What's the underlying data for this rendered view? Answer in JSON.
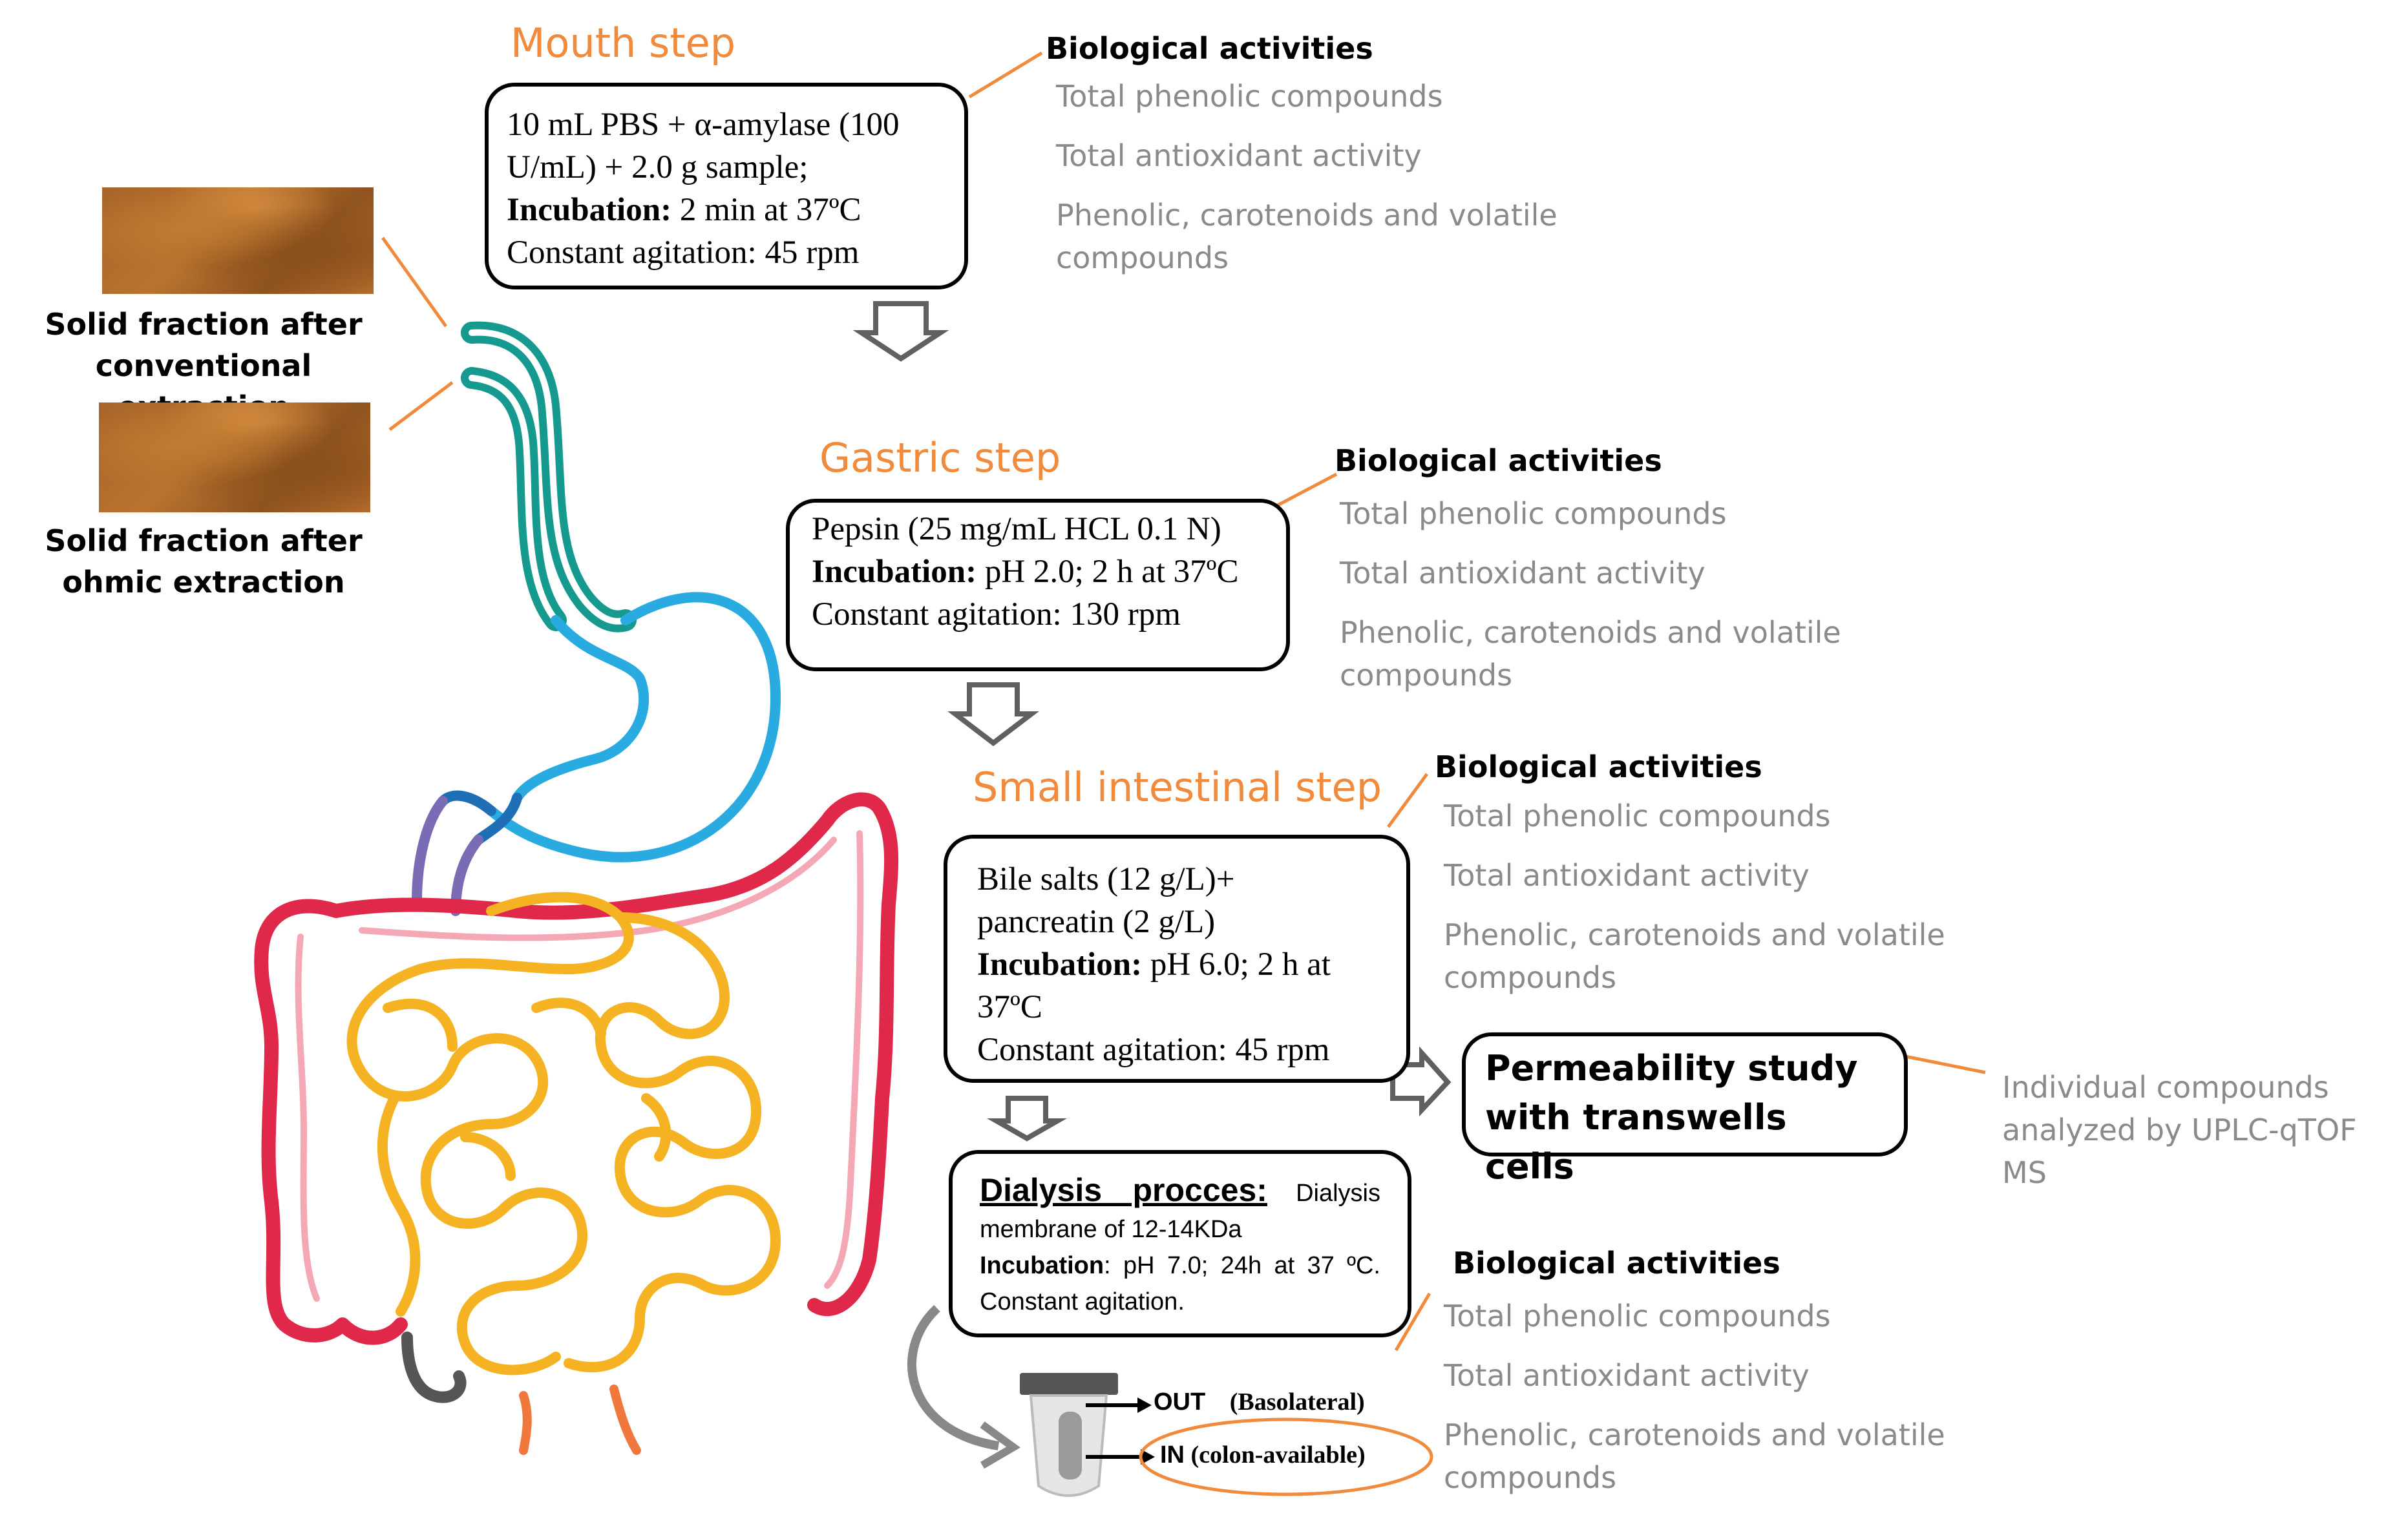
{
  "mouth": {
    "title": "Mouth step",
    "box_line1": "10 mL PBS + α-amylase (100 U/mL) + 2.0 g sample;",
    "incubation_label": "Incubation:",
    "incubation_value": " 2 min at 37ºC",
    "agitation": "Constant agitation: 45 rpm",
    "bio": {
      "heading": "Biological activities",
      "items": [
        "Total phenolic compounds",
        "Total antioxidant activity",
        "Phenolic, carotenoids and volatile compounds"
      ]
    }
  },
  "gastric": {
    "title": "Gastric step",
    "box_line1": "Pepsin (25 mg/mL HCL 0.1 N)",
    "incubation_label": "Incubation:",
    "incubation_value": " pH 2.0;  2 h at 37ºC",
    "agitation": "Constant agitation: 130  rpm",
    "bio": {
      "heading": "Biological activities",
      "items": [
        "Total phenolic compounds",
        "Total antioxidant activity",
        "Phenolic, carotenoids and volatile compounds"
      ]
    }
  },
  "intestinal": {
    "title": "Small intestinal step",
    "box_line1": "Bile salts (12 g/L)+ pancreatin (2 g/L)",
    "incubation_label": "Incubation:",
    "incubation_value": " pH 6.0;  2 h at 37ºC",
    "agitation": "Constant agitation: 45  rpm",
    "bio": {
      "heading": "Biological activities",
      "items": [
        "Total phenolic compounds",
        "Total antioxidant activity",
        "Phenolic, carotenoids and volatile compounds"
      ]
    }
  },
  "dialysis": {
    "title": "Dialysis procces:",
    "text1": " Dialysis membrane of 12-14KDa",
    "incubation_label": "Incubation",
    "incubation_value": ": pH 7.0; 24h at 37 ºC. Constant agitation.",
    "bio": {
      "heading": "Biological activities",
      "items": [
        "Total phenolic compounds",
        "Total antioxidant activity",
        "Phenolic, carotenoids and volatile compounds"
      ]
    }
  },
  "permeability": {
    "label": "Permeability study with transwells cells",
    "note": "Individual compounds analyzed by UPLC-qTOF MS"
  },
  "samples": {
    "conventional": "Solid fraction after conventional extraction",
    "ohmic": "Solid fraction after ohmic extraction"
  },
  "tube": {
    "out_label": "OUT",
    "out_note": "(Basolateral)",
    "in_label": "IN",
    "in_note": " (colon-available)"
  },
  "colors": {
    "accent_orange": "#f08a3c",
    "esophagus": "#16998f",
    "stomach": "#29abe2",
    "colon": "#e0284a",
    "small_intestine": "#f5b324",
    "gray_text": "#8a8a8a"
  }
}
